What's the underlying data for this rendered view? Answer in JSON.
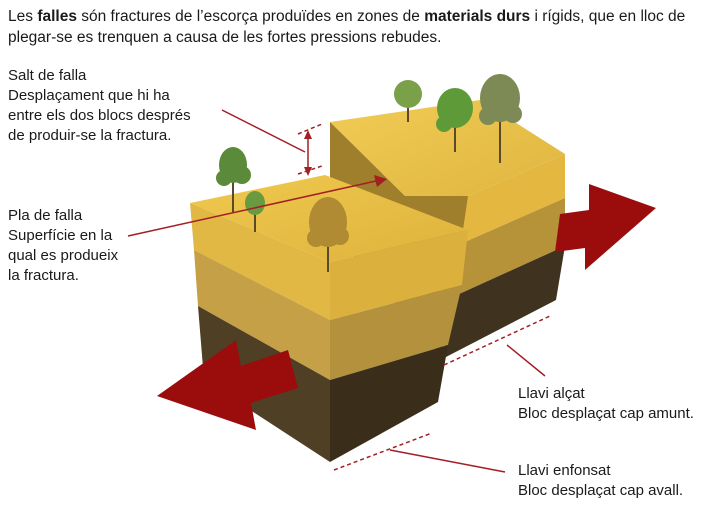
{
  "intro": {
    "part1": "Les ",
    "term1": "falles",
    "part2": " són fractures de l’escorça produïdes en zones de ",
    "term2": "materials durs",
    "part3": " i rígids, que en lloc de plegar-se es trenquen a causa de les fortes pressions rebudes."
  },
  "labels": {
    "salt_title": "Salt de falla",
    "salt_desc": "Desplaçament que hi ha entre els dos blocs després de produir-se la fractura.",
    "pla_title": "Pla de falla",
    "pla_desc": "Superfície en la qual es produeix la fractura.",
    "alcat_title": "Llavi alçat",
    "alcat_desc": "Bloc desplaçat cap amunt.",
    "enfonsat_title": "Llavi enfonsat",
    "enfonsat_desc": "Bloc desplaçat cap avall."
  },
  "colors": {
    "top_yellow": "#e8be45",
    "mid_yellow": "#c9a33c",
    "dark_soil": "#4a3b23",
    "arrow_red": "#9b0d0d",
    "line_red": "#a31f24"
  }
}
